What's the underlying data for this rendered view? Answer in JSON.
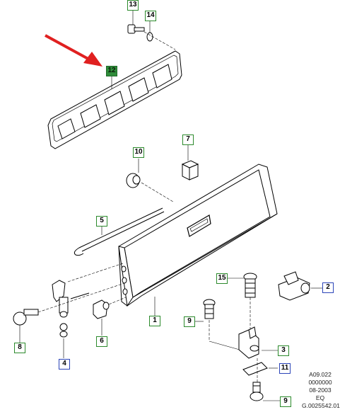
{
  "callouts": [
    {
      "id": "c13",
      "label": "13",
      "color": "green"
    },
    {
      "id": "c14",
      "label": "14",
      "color": "green"
    },
    {
      "id": "c12",
      "label": "12",
      "color": "green-filled"
    },
    {
      "id": "c7",
      "label": "7",
      "color": "green"
    },
    {
      "id": "c10",
      "label": "10",
      "color": "green"
    },
    {
      "id": "c5",
      "label": "5",
      "color": "green"
    },
    {
      "id": "c15",
      "label": "15",
      "color": "green"
    },
    {
      "id": "c2",
      "label": "2",
      "color": "blue"
    },
    {
      "id": "c1",
      "label": "1",
      "color": "green"
    },
    {
      "id": "c9a",
      "label": "9",
      "color": "green"
    },
    {
      "id": "c3",
      "label": "3",
      "color": "green"
    },
    {
      "id": "c11",
      "label": "11",
      "color": "blue"
    },
    {
      "id": "c9b",
      "label": "9",
      "color": "green"
    },
    {
      "id": "c8",
      "label": "8",
      "color": "green"
    },
    {
      "id": "c6",
      "label": "6",
      "color": "green"
    },
    {
      "id": "c4",
      "label": "4",
      "color": "blue"
    }
  ],
  "reference": {
    "line1": "A09.022",
    "line2": "0000000",
    "line3": "08-2003",
    "line4": "EQ",
    "line5": "G.0025542.01"
  },
  "colors": {
    "green": "#2c8a2c",
    "blue": "#2b44b8",
    "arrow": "#e02020",
    "line": "#000000"
  }
}
